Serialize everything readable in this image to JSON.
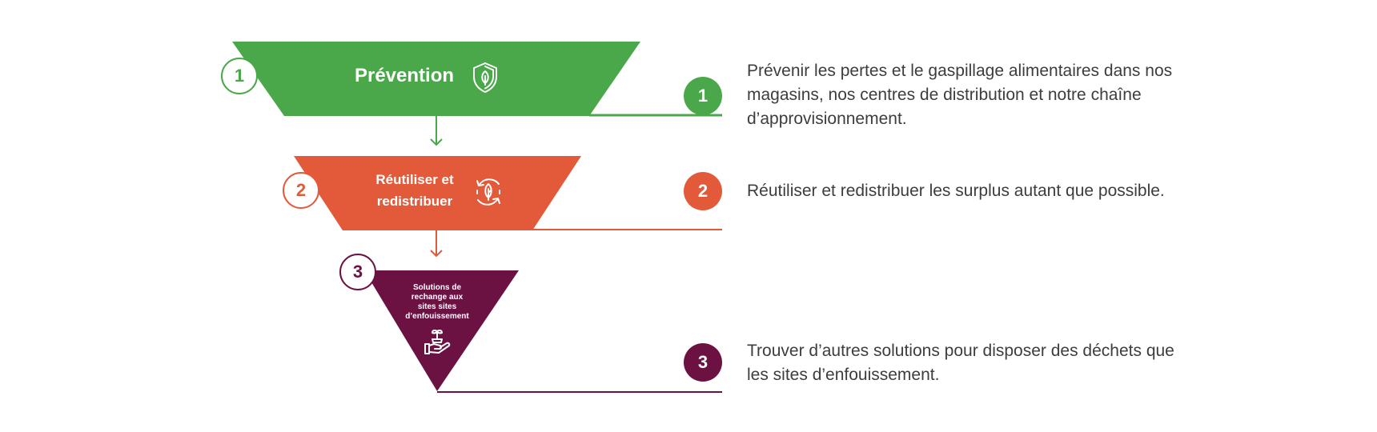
{
  "colors": {
    "prevention": "#4aa84b",
    "reuse": "#e35a3a",
    "alternatives": "#6b1242",
    "text": "#3d3d3d"
  },
  "stages": [
    {
      "number": "1",
      "title": "Prévention",
      "title_lines": [
        "Prévention"
      ],
      "icon": "shield-leaf-icon",
      "description_lines": [
        "Prévenir les pertes et le gaspillage alimentaires dans nos",
        "magasins, nos centres de distribution et notre chaîne",
        "d’approvisionnement."
      ]
    },
    {
      "number": "2",
      "title": "Réutiliser et redistribuer",
      "title_lines": [
        "Réutiliser et",
        "redistribuer"
      ],
      "icon": "recycle-leaf-icon",
      "description_lines": [
        "Réutiliser et redistribuer les surplus autant que possible."
      ]
    },
    {
      "number": "3",
      "title": "Solutions de rechange aux sites sites d’enfouissement",
      "title_lines": [
        "Solutions de",
        "rechange aux",
        "sites sites",
        "d’enfouissement"
      ],
      "icon": "hand-plant-icon",
      "description_lines": [
        "Trouver d’autres solutions pour disposer des déchets que",
        "les sites d’enfouissement."
      ]
    }
  ]
}
